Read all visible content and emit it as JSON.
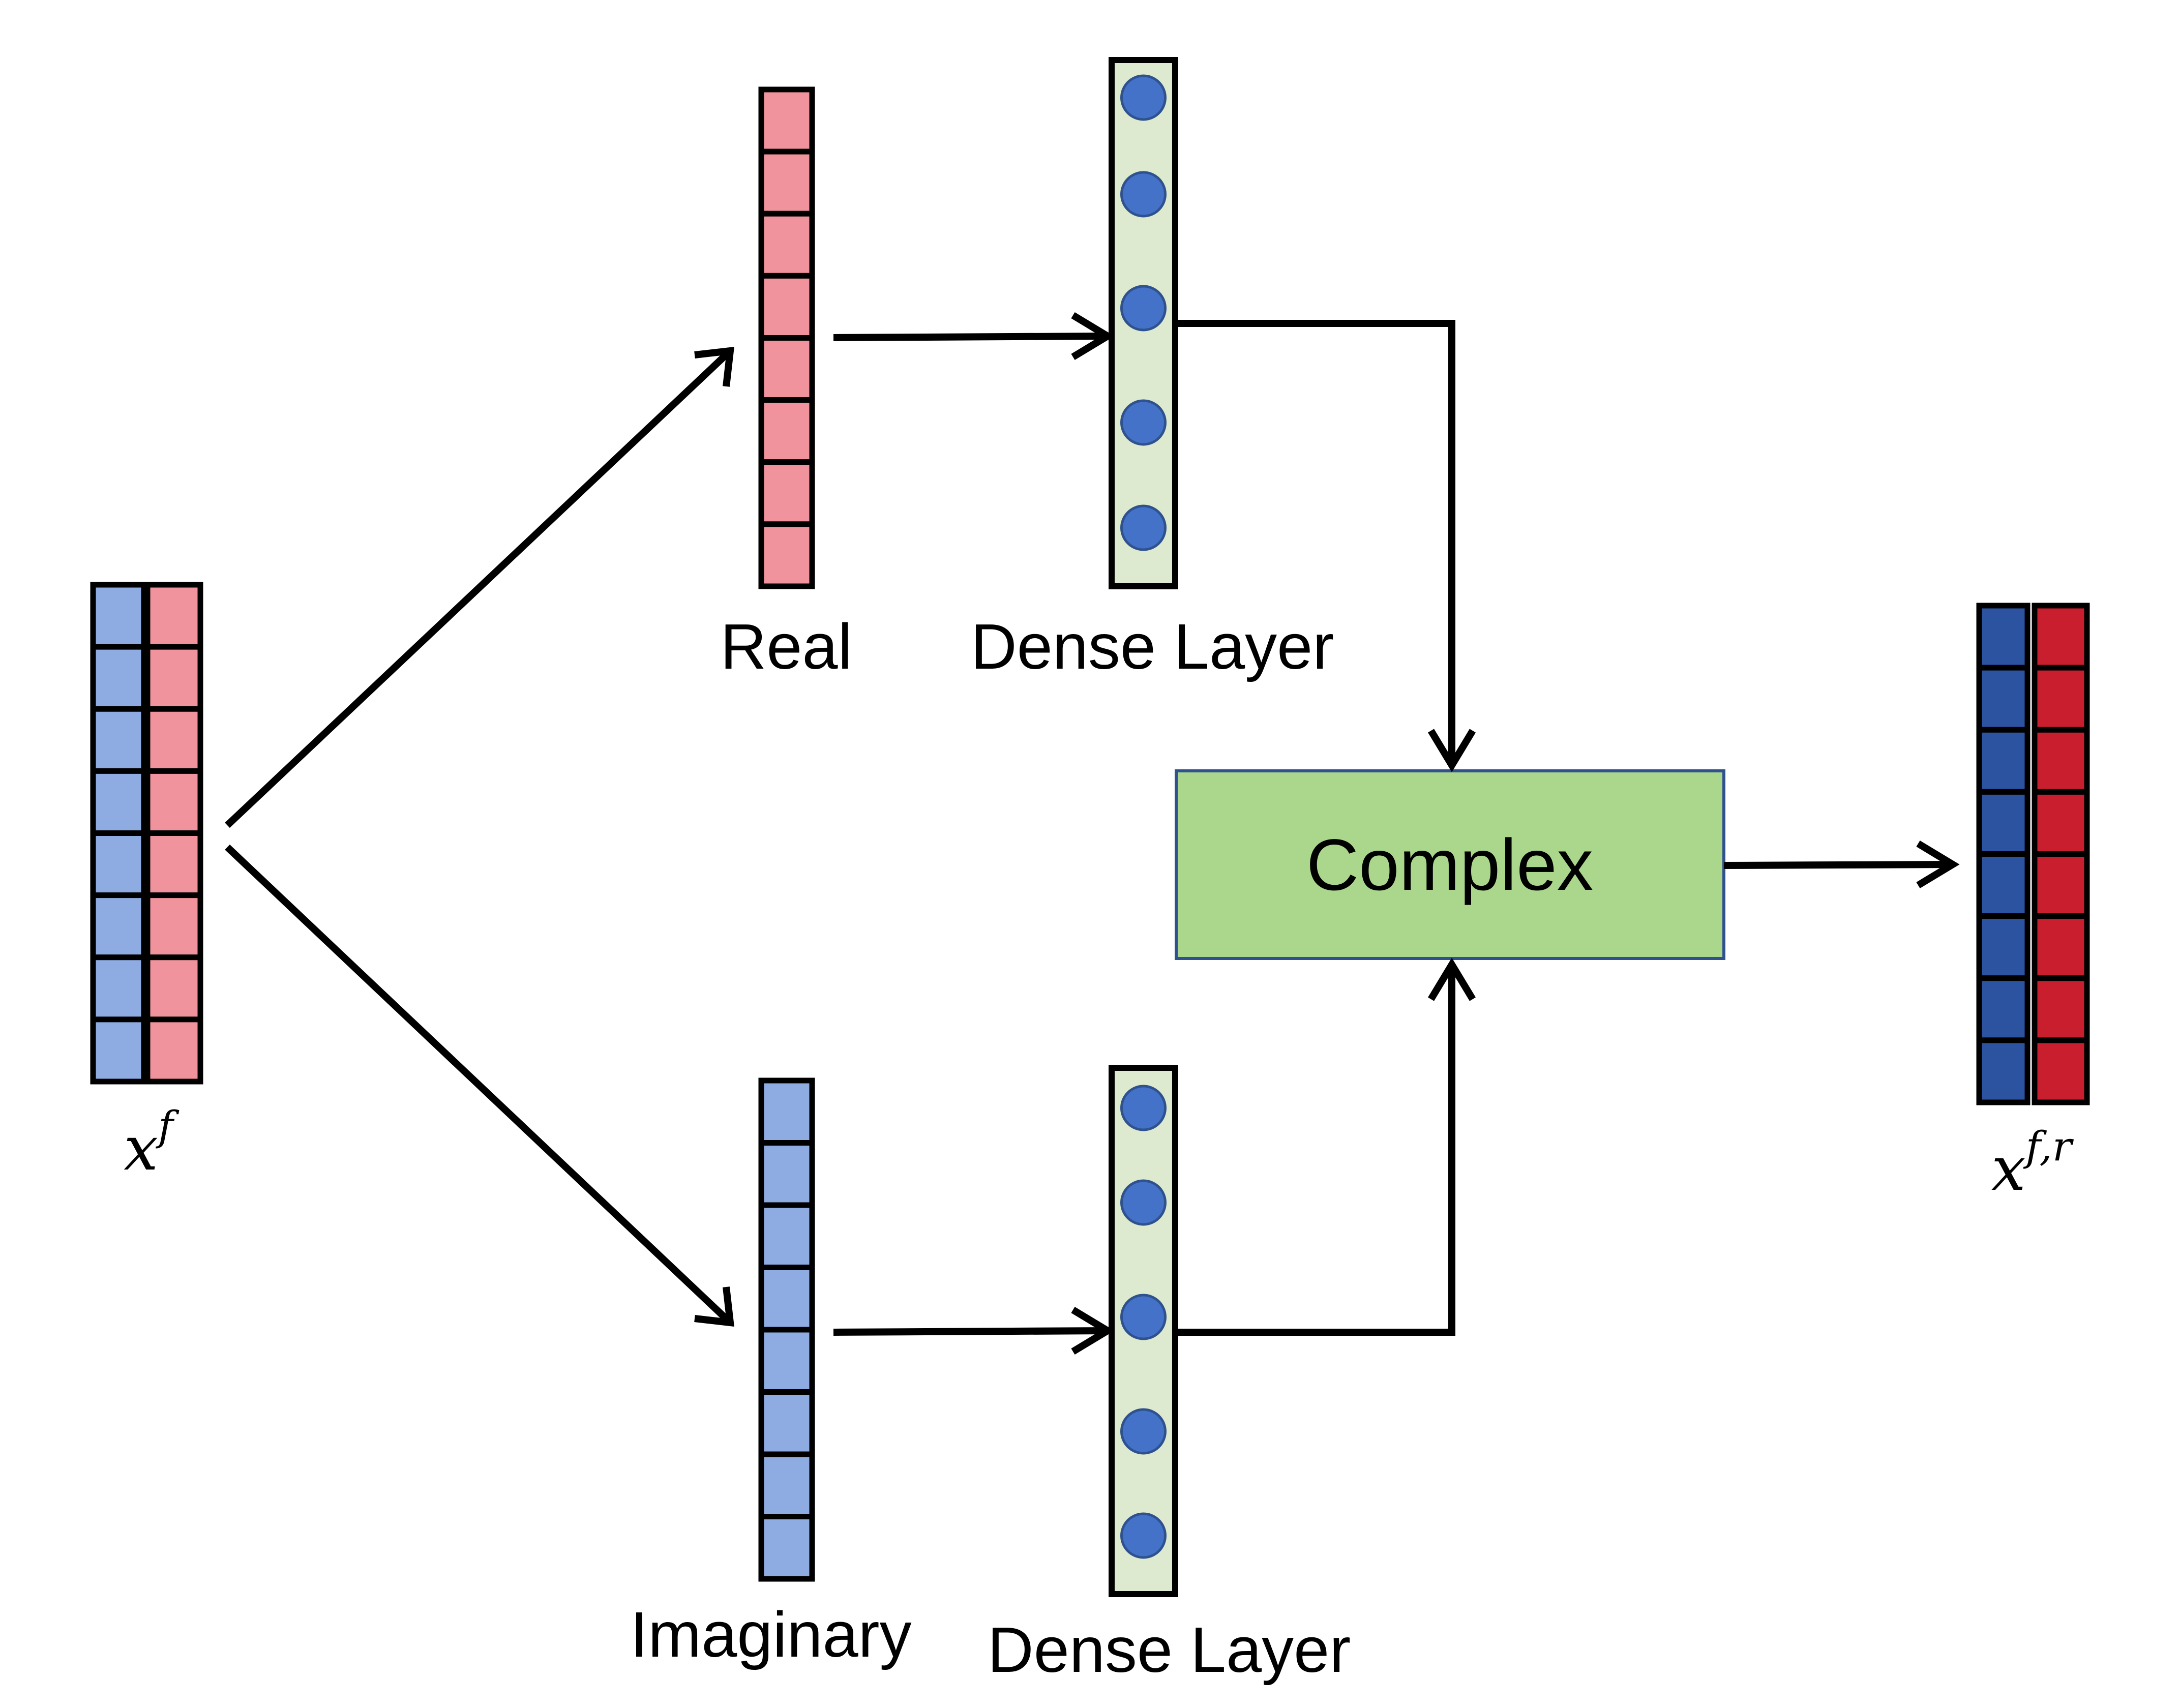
{
  "labels": {
    "real": "Real",
    "imaginary": "Imaginary",
    "dense_top": "Dense Layer",
    "dense_bottom": "Dense Layer",
    "complex": "Complex"
  },
  "math": {
    "input_base": "x",
    "input_sup": "f",
    "output_base": "x",
    "output_sup": "f,r"
  },
  "structure": {
    "vector_cells": 8,
    "dense_neurons": 5
  },
  "colors": {
    "real_light": "#F0939C",
    "imag_light": "#8FACE2",
    "real_dark": "#C81E2E",
    "imag_dark": "#2C53A0",
    "dense_bg": "#DEEACF",
    "neuron": "#4472C9",
    "neuron_stroke": "#2F528F",
    "complex_fill": "#ABD78C",
    "complex_stroke": "#2F528F"
  }
}
